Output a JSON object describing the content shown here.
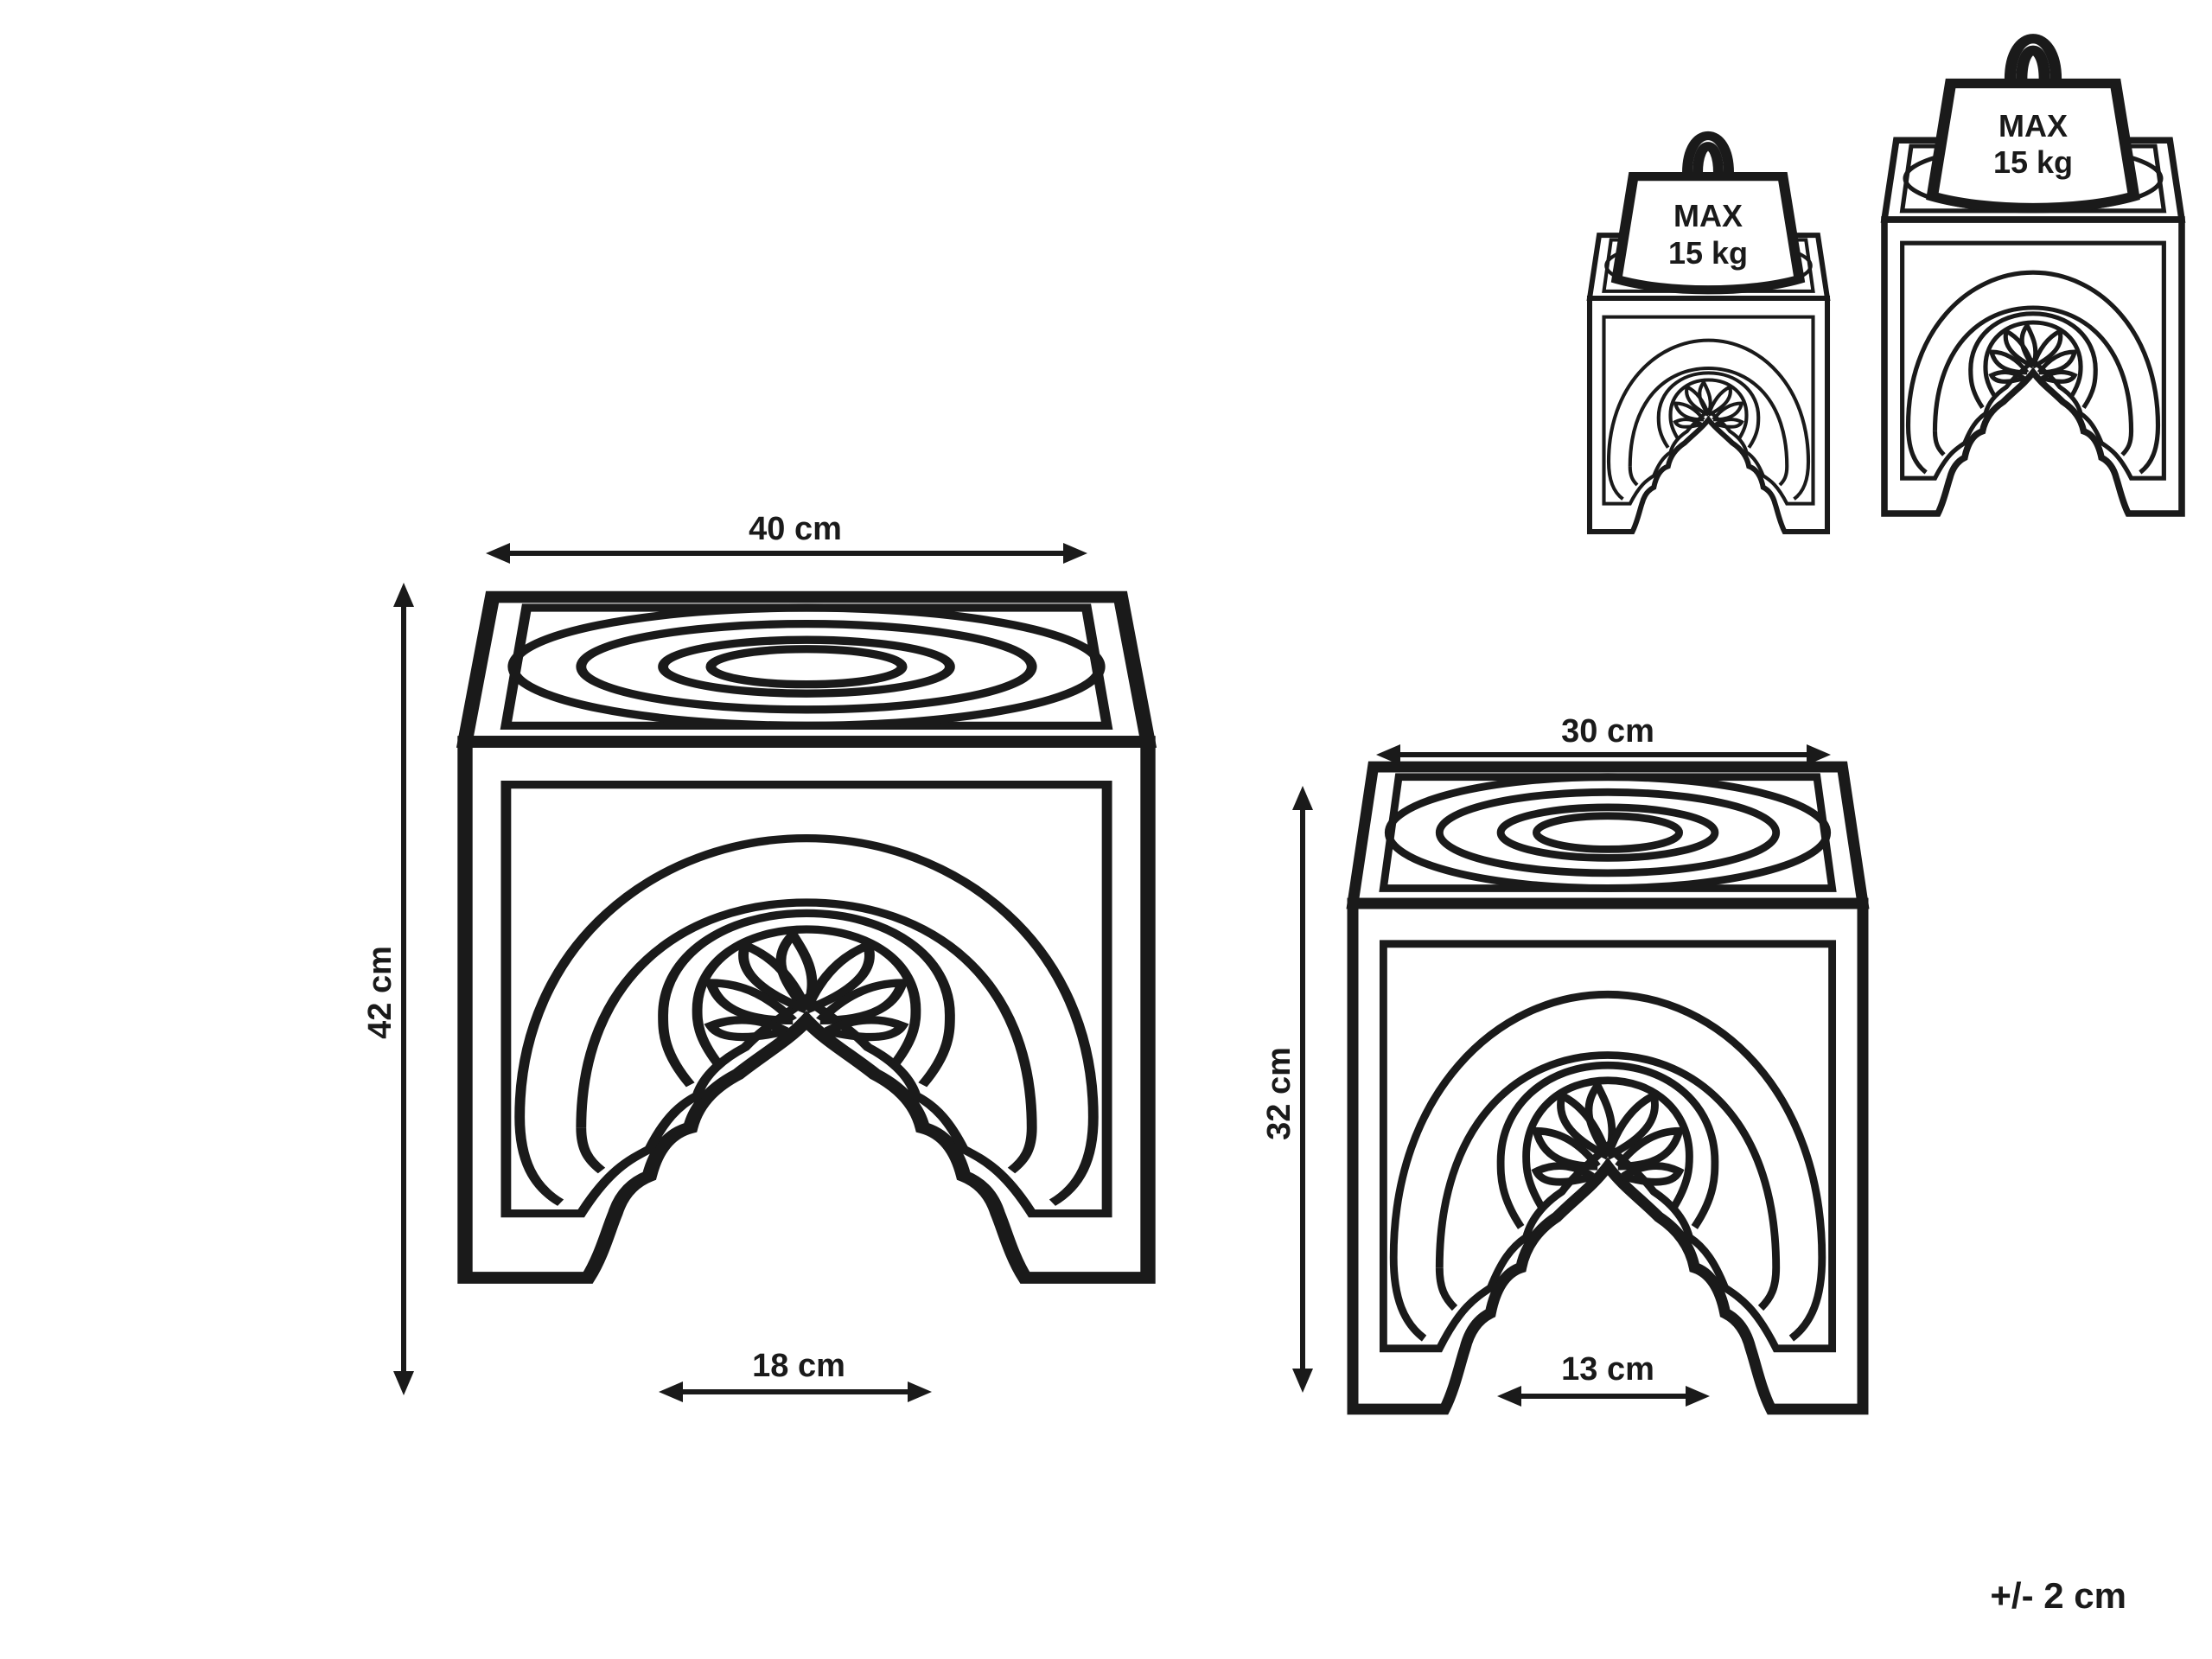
{
  "large_table": {
    "width_label": "40 cm",
    "height_label": "42 cm",
    "opening_label": "18 cm"
  },
  "small_table": {
    "width_label": "30 cm",
    "height_label": "32 cm",
    "opening_label": "13 cm"
  },
  "load_small": {
    "line1": "MAX",
    "line2": "15 kg"
  },
  "load_large": {
    "line1": "MAX",
    "line2": "15 kg"
  },
  "tolerance": "+/- 2 cm",
  "icons": {
    "large": "carved-side-table-icon",
    "small": "carved-side-table-icon",
    "weight": "weight-icon"
  }
}
